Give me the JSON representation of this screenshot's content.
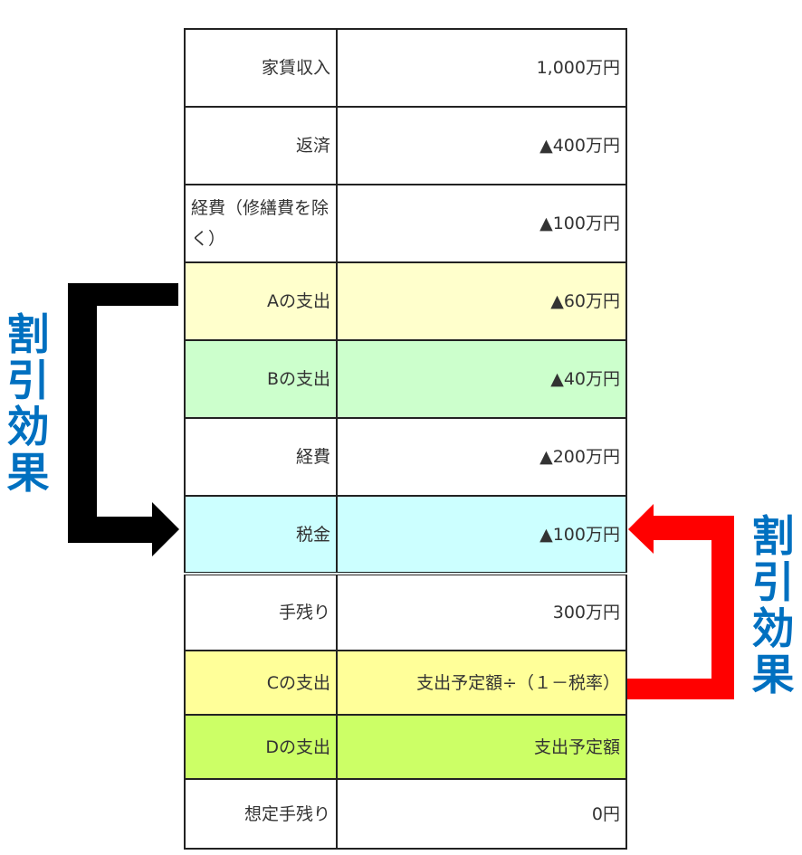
{
  "rows": [
    {
      "label": "家賃収入",
      "value": "1,000万円",
      "color": "#ffffff"
    },
    {
      "label": "返済",
      "value": "▲400万円",
      "color": "#ffffff"
    },
    {
      "label": "経費（修繕費を除く）",
      "value": "▲100万円",
      "color": "#ffffff"
    },
    {
      "label": "Aの支出",
      "value": "▲60万円",
      "color": "#ffffcc"
    },
    {
      "label": "Bの支出",
      "value": "▲40万円",
      "color": "#ccffcc"
    },
    {
      "label": "経費",
      "value": "▲200万円",
      "color": "#ffffff"
    },
    {
      "label": "税金",
      "value": "▲100万円",
      "color": "#ccffff"
    },
    {
      "label": "手残り",
      "value": "300万円",
      "color": "#ffffff"
    },
    {
      "label": "Cの支出",
      "value": "支出予定額÷（１－税率）",
      "color": "#ffff99"
    },
    {
      "label": "Dの支出",
      "value": "支出予定額",
      "color": "#ccff66"
    },
    {
      "label": "想定手残り",
      "value": "0円",
      "color": "#ffffff"
    }
  ],
  "annotations": {
    "left": "割引効果",
    "right": "割引効果"
  },
  "colors": {
    "annotation_text": "#0070c0",
    "left_arrow": "#000000",
    "right_arrow": "#ff0000"
  }
}
